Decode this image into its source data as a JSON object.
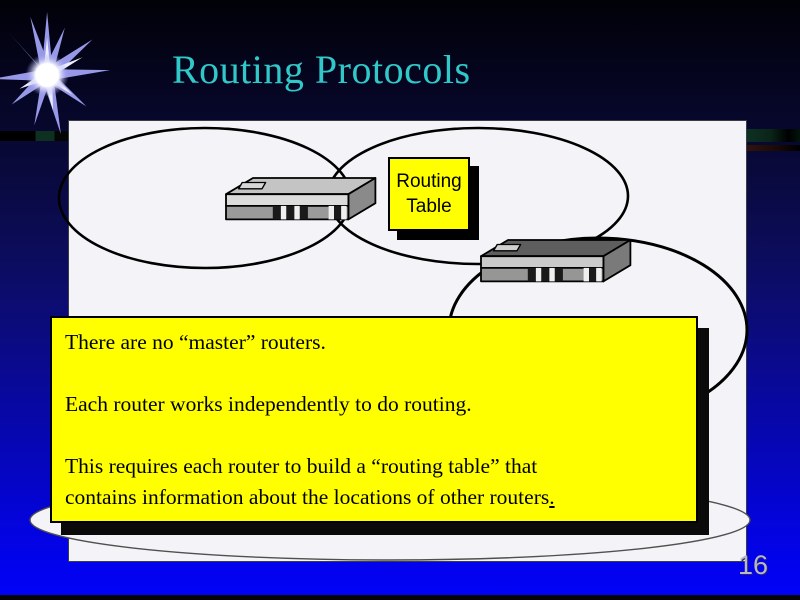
{
  "slide": {
    "title": "Routing Protocols",
    "page_number": "16"
  },
  "routing_table_box": {
    "line1": "Routing",
    "line2": "Table"
  },
  "info_box": {
    "p1": "There are no “master” routers.",
    "p2": "Each router works independently to do routing.",
    "p3_line1": "This requires each router to build a “routing table” that",
    "p3_line2": "contains information about the locations of other routers",
    "p3_suffix": "."
  },
  "icons": {
    "starburst": "✷"
  },
  "colors": {
    "title_accent": "#30c8c8",
    "highlight_yellow": "#ffff00",
    "panel_white": "#f4f4f8",
    "background_top": "#010108",
    "background_bottom": "#0101f8",
    "page_number_gray": "#b9b9b9"
  }
}
